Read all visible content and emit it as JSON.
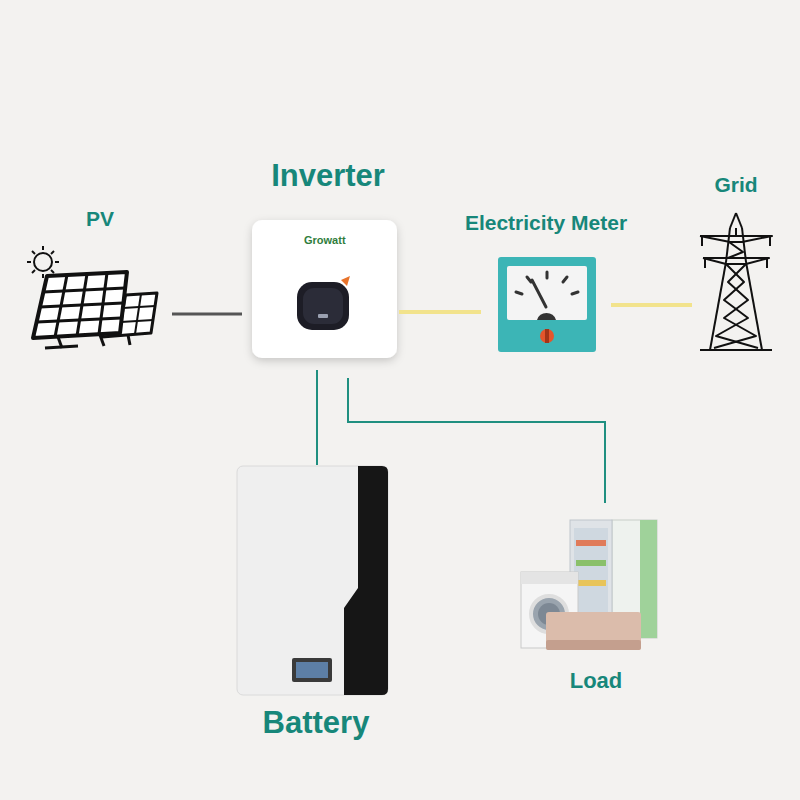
{
  "diagram": {
    "nodes": [
      {
        "text": [
          "PV"
        ]
      },
      {
        "text": [
          "Inverter",
          "Growatt"
        ]
      },
      {
        "text": [
          "Electricity Meter"
        ]
      },
      {
        "text": [
          "Grid"
        ]
      },
      {
        "text": [
          "Battery"
        ]
      },
      {
        "text": [
          "Load"
        ]
      }
    ],
    "edges": [
      {
        "from": 0,
        "to": 1,
        "arrow": "none"
      },
      {
        "from": 1,
        "to": 2,
        "arrow": "none"
      },
      {
        "from": 2,
        "to": 3,
        "arrow": "none"
      },
      {
        "from": 1,
        "to": 4,
        "arrow": "none"
      },
      {
        "from": 1,
        "to": 5,
        "arrow": "none"
      }
    ]
  }
}
